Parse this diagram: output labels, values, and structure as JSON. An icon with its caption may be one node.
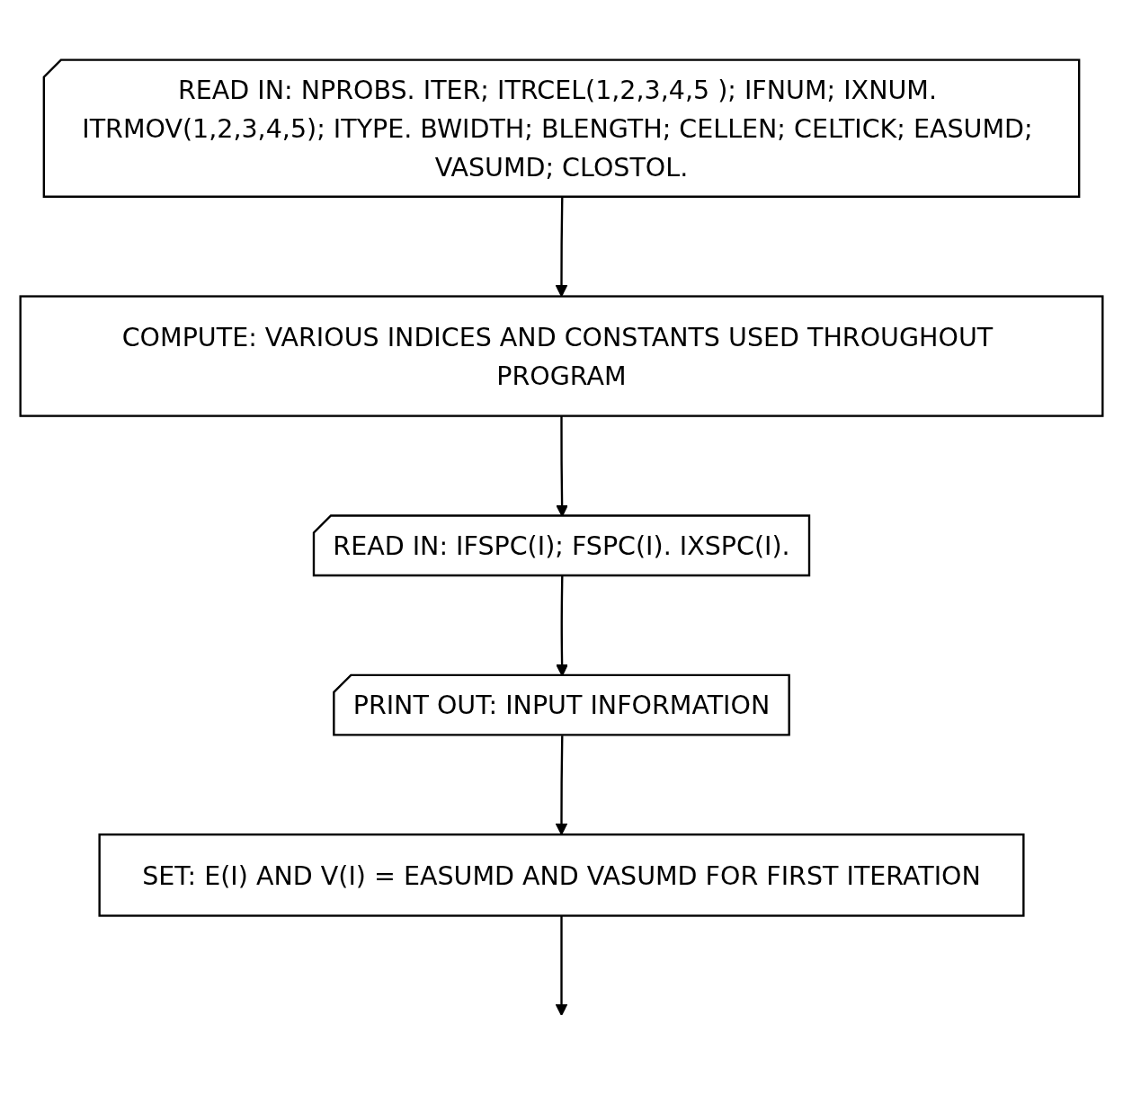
{
  "diagram": {
    "nodes": [
      {
        "text": [
          "READ IN: NPROBS. ITER; ITRCEL(1,2,3,4,5 ); IFNUM; IXNUM. ITRMOV(1,2,3,4,5); ITYPE. BWIDTH; BLENGTH; CELLEN; CELTICK; EASUMD; VASUMD; CLOSTOL."
        ]
      },
      {
        "text": [
          "COMPUTE: VARIOUS INDICES AND CONSTANTS USED THROUGHOUT PROGRAM"
        ]
      },
      {
        "text": [
          "READ IN: IFSPC(I); FSPC(I). IXSPC(I)."
        ]
      },
      {
        "text": [
          "PRINT OUT: INPUT INFORMATION"
        ]
      },
      {
        "text": [
          "SET: E(I) AND V(I) = EASUMD AND VASUMD FOR FIRST ITERATION"
        ]
      }
    ],
    "edges": [
      {
        "from": 0,
        "to": 1,
        "arrow": "to"
      },
      {
        "from": 1,
        "to": 2,
        "arrow": "to"
      },
      {
        "from": 2,
        "to": 3,
        "arrow": "to"
      },
      {
        "from": 3,
        "to": 4,
        "arrow": "to"
      },
      {
        "from": 4,
        "to": null,
        "arrow": "to"
      }
    ]
  }
}
